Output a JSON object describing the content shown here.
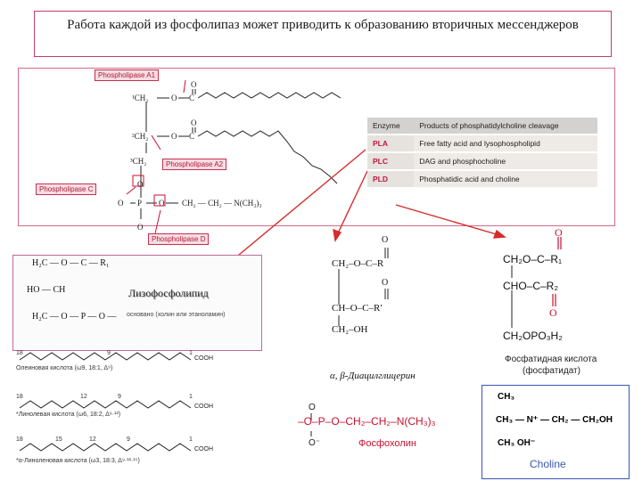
{
  "slide": {
    "title": "Работа каждой из фосфолипаз может приводить к образованию вторичных мессенджеров"
  },
  "diagram": {
    "enzyme_labels": {
      "pla1": "Phospholipase A1",
      "pla2": "Phospholipase A2",
      "plc": "Phospholipase C",
      "pld": "Phospholipase D"
    },
    "carbon_labels": [
      "¹CH₂",
      "²CH₂",
      "³CH₂"
    ]
  },
  "table": {
    "headers": [
      "Enzyme",
      "Products of phosphatidylcholine cleavage"
    ],
    "rows": [
      {
        "enzyme": "PLA",
        "products": "Free fatty acid and lysophospholipid"
      },
      {
        "enzyme": "PLC",
        "products": "DAG and phosphocholine"
      },
      {
        "enzyme": "PLD",
        "products": "Phosphatidic acid and choline"
      }
    ]
  },
  "lyso": {
    "caption": "Лизофосфолипид",
    "note": "основано (холин или этаноламин)"
  },
  "fatty_acids": [
    {
      "name": "Олеиновая кислота (ω9, 18:1, Δ⁹)",
      "numbers": [
        "18",
        "9",
        "1"
      ]
    },
    {
      "name": "*Линолевая кислота (ω6, 18:2, Δ⁹·¹²)",
      "numbers": [
        "18",
        "12",
        "9",
        "1"
      ]
    },
    {
      "name": "*α-Линоленовая кислота (ω3, 18:3, Δ⁹·¹²·¹⁵)",
      "numbers": [
        "18",
        "15",
        "12",
        "9",
        "1"
      ]
    }
  ],
  "dag": {
    "lines": [
      "CH₂–O–C–R",
      "CH–O–C–R′",
      "CH₂–OH"
    ],
    "caption": "α, β-Диацилглицерин"
  },
  "pa": {
    "lines": [
      "CH₂O–C–R₁",
      "CHO–C–R₂",
      "CH₂OPO₃H₂"
    ],
    "caption_1": "Фосфатидная кислота",
    "caption_2": "(фосфатидат)"
  },
  "phosphocholine": {
    "formula": "–O–P–O–CH₂–CH₂–N(CH₃)₃",
    "caption": "Фосфохолин"
  },
  "choline": {
    "caption": "Choline"
  },
  "colors": {
    "accent_red": "#c8102e",
    "frame_pink": "#d36b86",
    "choline_blue": "#3a56b0"
  }
}
